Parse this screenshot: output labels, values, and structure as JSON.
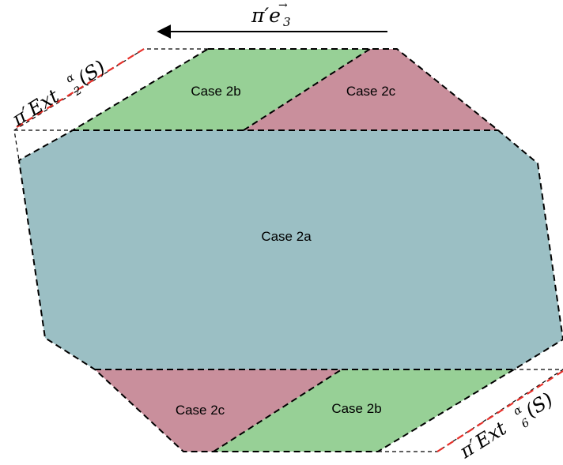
{
  "regions": {
    "case_2a": {
      "label": "Case 2a"
    },
    "case_2b_top": {
      "label": "Case 2b"
    },
    "case_2c_top": {
      "label": "Case 2c"
    },
    "case_2c_bottom": {
      "label": "Case 2c"
    },
    "case_2b_bottom": {
      "label": "Case 2b"
    }
  },
  "annotations": {
    "direction": {
      "symbol": "π′",
      "vector": "e",
      "subscript": "3",
      "accent": "→"
    },
    "ext_left": {
      "prefix": "π′",
      "name": "Ext",
      "superscript": "α",
      "subscript": "2",
      "argument": "(S)"
    },
    "ext_right": {
      "prefix": "π′",
      "name": "Ext",
      "superscript": "α",
      "subscript": "6",
      "argument": "(S)"
    }
  },
  "colors": {
    "case_2a_fill": "#9bbfc4",
    "case_2b_fill": "#97d096",
    "case_2c_fill": "#c98f9c",
    "outline": "#000000",
    "ext_line": "#e8302a"
  },
  "icons": {
    "direction_arrow": "left-arrow-icon"
  }
}
